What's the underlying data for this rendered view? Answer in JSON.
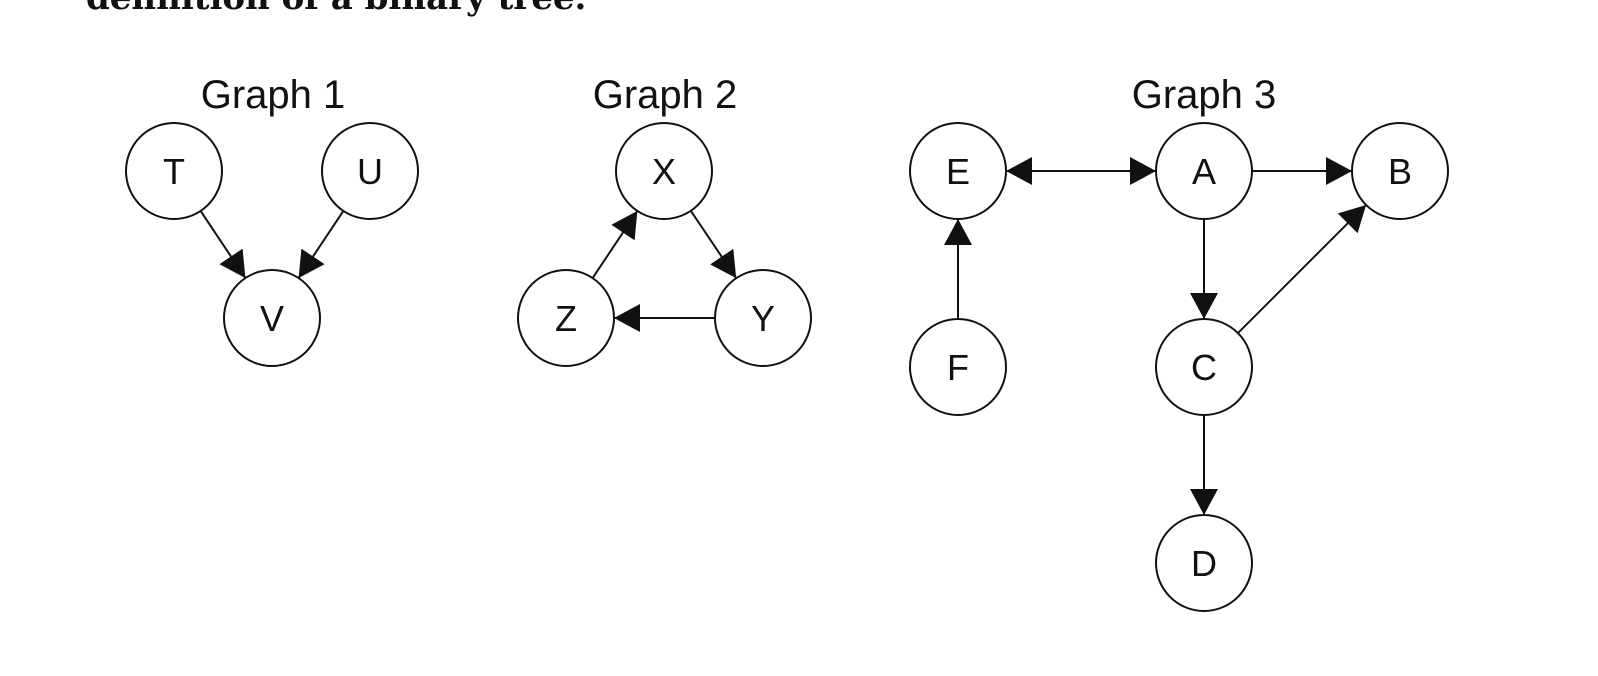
{
  "top_text": "definition of a binary tree.",
  "graphs": [
    {
      "title": "Graph 1",
      "nodes": [
        {
          "id": "T",
          "label": "T"
        },
        {
          "id": "U",
          "label": "U"
        },
        {
          "id": "V",
          "label": "V"
        }
      ],
      "edges": [
        {
          "from": "T",
          "to": "V",
          "type": "directed"
        },
        {
          "from": "U",
          "to": "V",
          "type": "directed"
        }
      ]
    },
    {
      "title": "Graph 2",
      "nodes": [
        {
          "id": "X",
          "label": "X"
        },
        {
          "id": "Y",
          "label": "Y"
        },
        {
          "id": "Z",
          "label": "Z"
        }
      ],
      "edges": [
        {
          "from": "X",
          "to": "Y",
          "type": "directed"
        },
        {
          "from": "Y",
          "to": "Z",
          "type": "directed"
        },
        {
          "from": "Z",
          "to": "X",
          "type": "directed"
        }
      ]
    },
    {
      "title": "Graph 3",
      "nodes": [
        {
          "id": "E",
          "label": "E"
        },
        {
          "id": "A",
          "label": "A"
        },
        {
          "id": "B",
          "label": "B"
        },
        {
          "id": "C",
          "label": "C"
        },
        {
          "id": "D",
          "label": "D"
        },
        {
          "id": "F",
          "label": "F"
        }
      ],
      "edges": [
        {
          "from": "E",
          "to": "A",
          "type": "bidirectional"
        },
        {
          "from": "A",
          "to": "B",
          "type": "directed"
        },
        {
          "from": "A",
          "to": "C",
          "type": "directed"
        },
        {
          "from": "C",
          "to": "B",
          "type": "directed"
        },
        {
          "from": "C",
          "to": "D",
          "type": "directed"
        },
        {
          "from": "F",
          "to": "E",
          "type": "directed"
        }
      ]
    }
  ]
}
